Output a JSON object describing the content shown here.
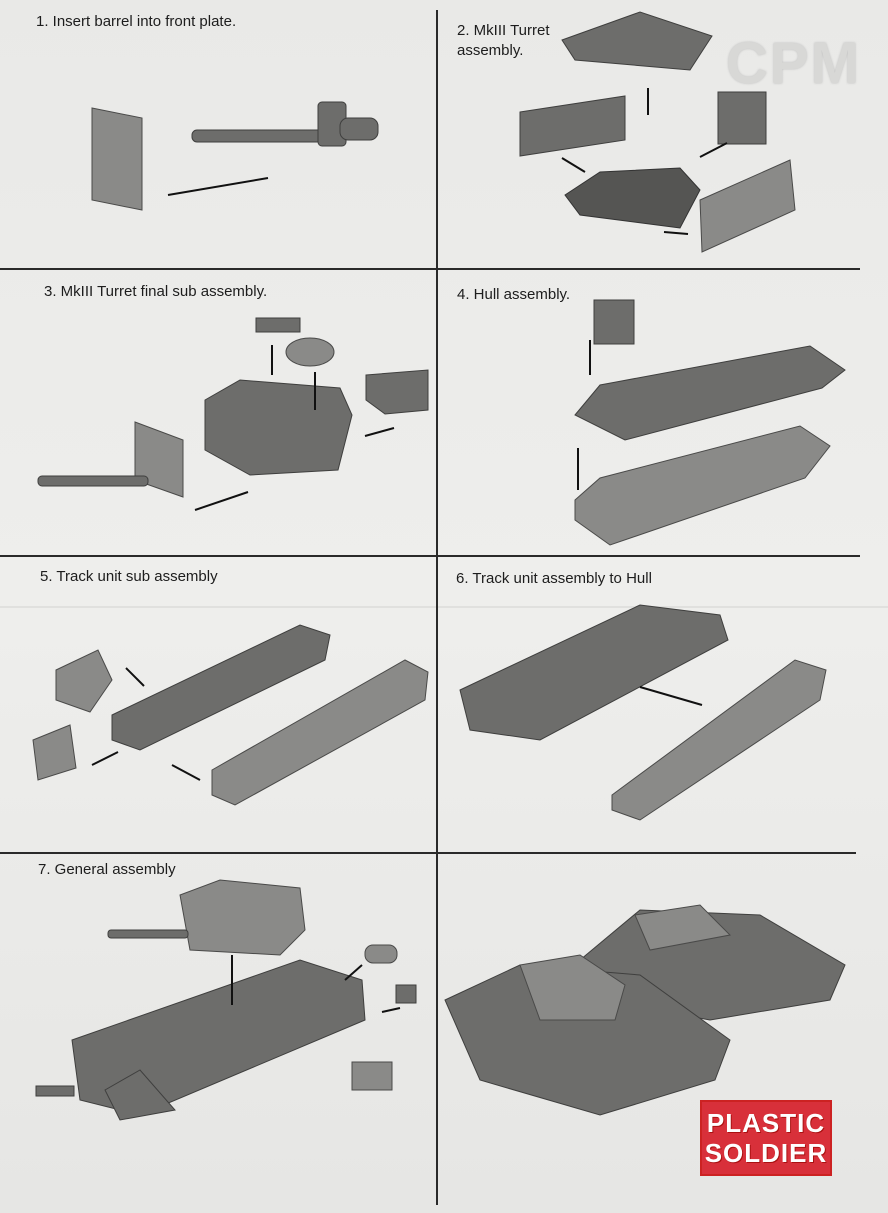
{
  "steps": [
    {
      "label": "1. Insert barrel into front plate."
    },
    {
      "label_line1": "2. MkIII Turret",
      "label_line2": "assembly."
    },
    {
      "label": "3. MkIII Turret final sub assembly."
    },
    {
      "label": "4. Hull assembly."
    },
    {
      "label": "5. Track unit sub assembly"
    },
    {
      "label": "6. Track unit assembly to Hull"
    },
    {
      "label": "7. General assembly"
    }
  ],
  "watermark": {
    "text": "CPM"
  },
  "brand_logo": {
    "line1": "PLASTIC",
    "line2": "SOLDIER",
    "color": "#d8303a"
  }
}
